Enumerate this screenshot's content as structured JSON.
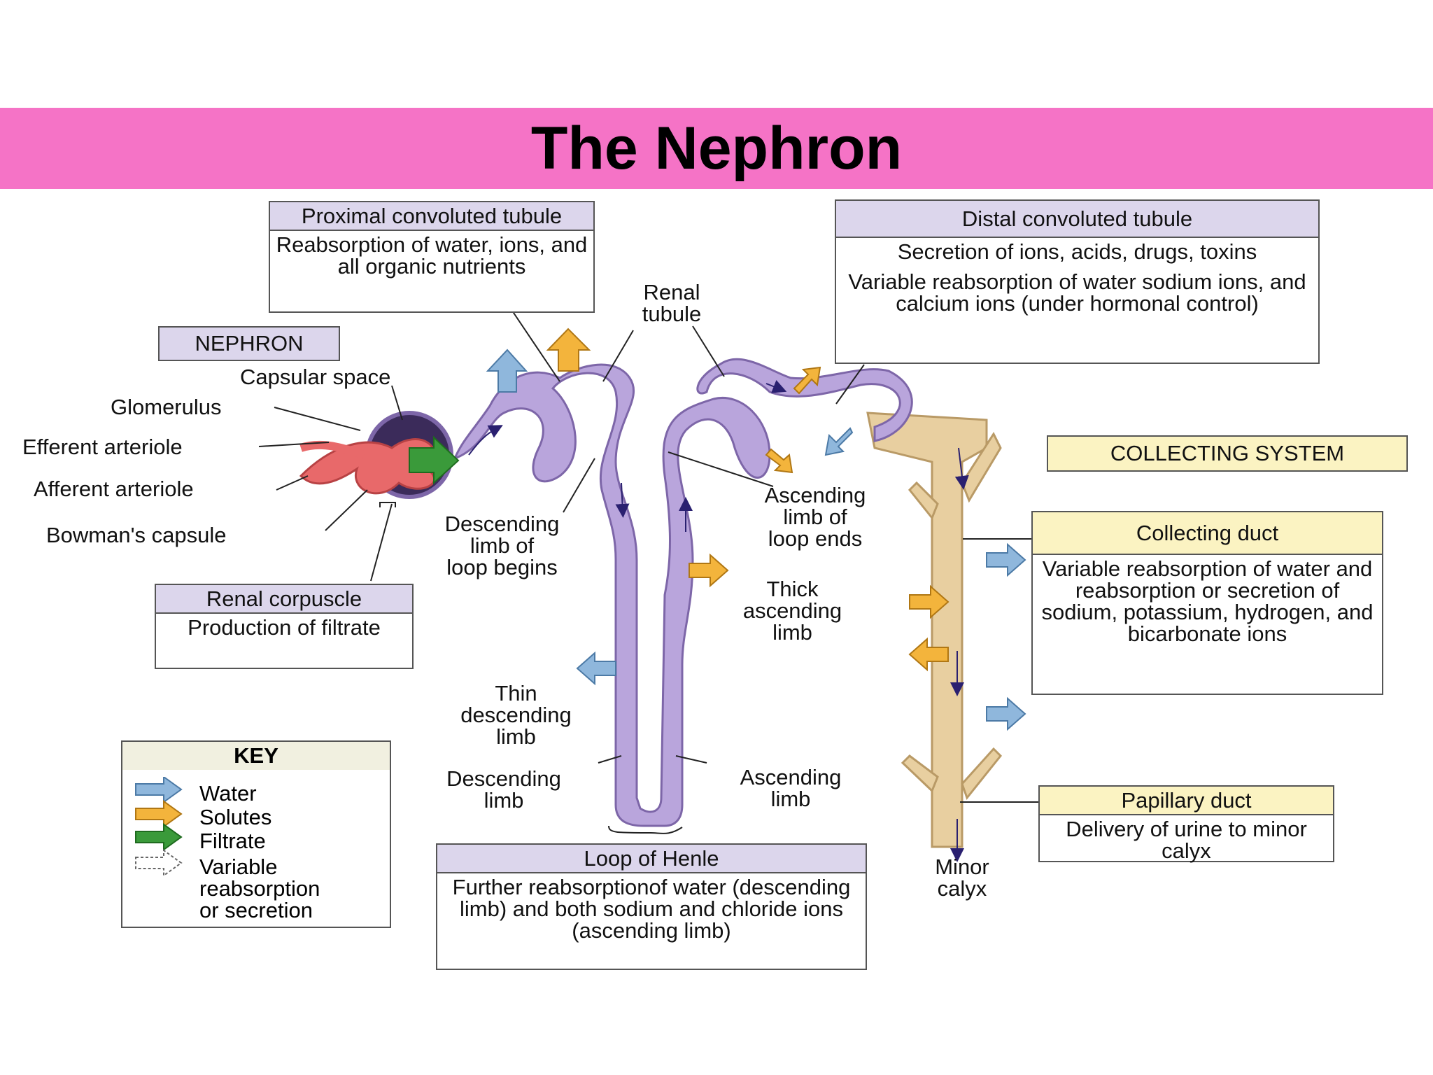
{
  "title": "The Nephron",
  "colors": {
    "band": "#f573c6",
    "tubule": "#b9a5dc",
    "duct": "#e8cfa0",
    "water_arrow": "#8fb7dc",
    "solute_arrow": "#f3b43c",
    "filtrate_arrow": "#3a9a3a",
    "vessel": "#e8696a"
  },
  "boxes": {
    "pct": {
      "heading": "Proximal convoluted tubule",
      "body": "Reabsorption of water, ions, and all organic nutrients"
    },
    "dct": {
      "heading": "Distal convoluted tubule",
      "body1": "Secretion of ions, acids, drugs, toxins",
      "body2": "Variable reabsorption of water sodium ions, and calcium ions (under hormonal control)"
    },
    "renal_corpuscle": {
      "heading": "Renal corpuscle",
      "body": "Production of filtrate"
    },
    "collecting_duct": {
      "heading": "Collecting duct",
      "body": "Variable reabsorption of water and reabsorption or secretion of sodium, potassium, hydrogen, and bicarbonate ions"
    },
    "papillary_duct": {
      "heading": "Papillary duct",
      "body": "Delivery of urine to minor calyx"
    },
    "loop_of_henle": {
      "heading": "Loop of Henle",
      "body": "Further reabsorptionof water (descending limb) and both sodium and chloride ions (ascending limb)"
    }
  },
  "tags": {
    "nephron": "NEPHRON",
    "collecting_system": "COLLECTING SYSTEM"
  },
  "labels": {
    "capsular_space": "Capsular space",
    "glomerulus": "Glomerulus",
    "efferent_arteriole": "Efferent arteriole",
    "afferent_arteriole": "Afferent arteriole",
    "bowmans_capsule": "Bowman's capsule",
    "renal_tubule": "Renal\ntubule",
    "descending_limb_begins": "Descending\nlimb of\nloop begins",
    "ascending_limb_ends": "Ascending\nlimb of\nloop ends",
    "thick_ascending_limb": "Thick\nascending\nlimb",
    "thin_descending_limb": "Thin\ndescending\nlimb",
    "descending_limb": "Descending\nlimb",
    "ascending_limb": "Ascending\nlimb",
    "minor_calyx": "Minor\ncalyx"
  },
  "key": {
    "heading": "KEY",
    "items": [
      {
        "label": "Water",
        "icon": "blue-arrow-icon"
      },
      {
        "label": "Solutes",
        "icon": "orange-arrow-icon"
      },
      {
        "label": "Filtrate",
        "icon": "green-arrow-icon"
      },
      {
        "label": "Variable\nreabsorption\nor secretion",
        "icon": "dashed-arrow-icon"
      }
    ]
  }
}
